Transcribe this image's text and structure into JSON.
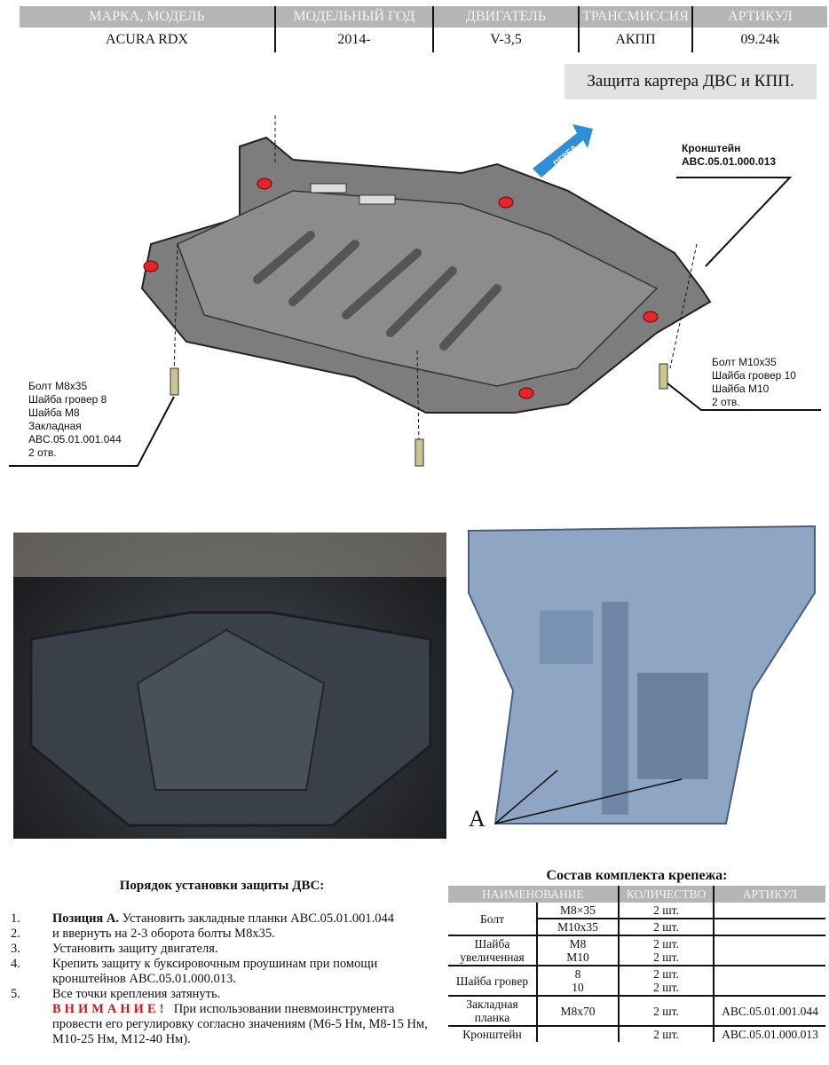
{
  "header_table": {
    "columns": [
      "МАРКА, МОДЕЛЬ",
      "МОДЕЛЬНЫЙ ГОД",
      "ДВИГАТЕЛЬ",
      "ТРАНСМИССИЯ",
      "АРТИКУЛ"
    ],
    "row": [
      "ACURA RDX",
      "2014-",
      "V-3,5",
      "АКПП",
      "09.24k"
    ]
  },
  "title": "Защита картера ДВС и КПП.",
  "diagram": {
    "direction_label": "ПЕРЕД",
    "callout_bracket": [
      "Кронштейн",
      "ABC.05.01.000.013"
    ],
    "callout_left": [
      "Болт М8х35",
      "Шайба гровер 8",
      "Шайба М8",
      "Закладная",
      "ABC.05.01.001.044",
      "2 отв."
    ],
    "callout_right": [
      "Болт М10х35",
      "Шайба гровер 10",
      "Шайба М10",
      "2 отв."
    ]
  },
  "scan_label": "A",
  "instructions": {
    "title": "Порядок установки защиты ДВС:",
    "steps": [
      {
        "n": "1.",
        "bold": "Позиция А.",
        "text": " Установить закладные планки ABC.05.01.001.044"
      },
      {
        "n": "2.",
        "text": "и ввернуть на 2-3 оборота болты М8х35."
      },
      {
        "n": "3.",
        "text": "Установить защиту двигателя."
      },
      {
        "n": "4.",
        "text": "Крепить защиту к буксировочным проушинам при помощи кронштейнов ABC.05.01.000.013."
      },
      {
        "n": "5.",
        "text": "Все точки крепления затянуть."
      }
    ],
    "warning_label": "ВНИМАНИЕ!",
    "warning_text": "При использовании пневмоинструмента провести его регулировку согласно значениям (М6-5 Нм, М8-15 Нм, М10-25 Нм, М12-40 Нм)."
  },
  "kit": {
    "title": "Состав комплекта крепежа:",
    "columns": [
      "НАИМЕНОВАНИЕ",
      "КОЛИЧЕСТВО",
      "АРТИКУЛ"
    ],
    "rows": {
      "bolt": {
        "name": "Болт",
        "spec1": "M8×35",
        "qty1": "2 шт.",
        "spec2": "M10x35",
        "qty2": "2 шт."
      },
      "washer": {
        "name": "Шайба увеличенная",
        "spec": "M8\nM10",
        "qty": "2 шт.\n2 шт."
      },
      "grover": {
        "name": "Шайба гровер",
        "spec": "8\n10",
        "qty": "2 шт.\n2 шт."
      },
      "plate": {
        "name": "Закладная планка",
        "spec": "M8x70",
        "qty": "2 шт.",
        "art": "ABC.05.01.001.044"
      },
      "bracket": {
        "name": "Кронштейн",
        "spec": "",
        "qty": "2 шт.",
        "art": "ABC.05.01.000.013"
      }
    }
  }
}
